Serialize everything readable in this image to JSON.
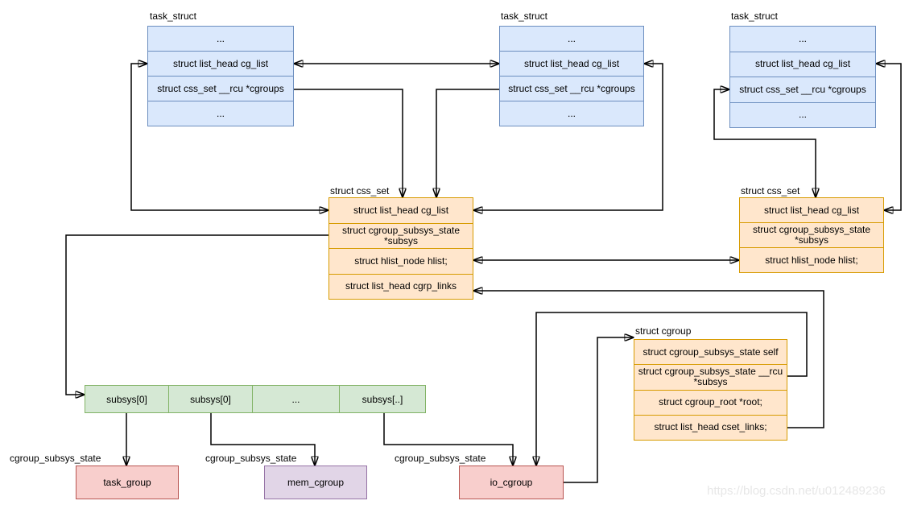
{
  "colors": {
    "task_struct_fill": "#dae8fc",
    "task_struct_border": "#6c8ebf",
    "css_set_fill": "#ffe6cc",
    "css_set_border": "#d79b00",
    "subsys_array_fill": "#d5e8d4",
    "subsys_array_border": "#82b366",
    "task_group_fill": "#f8cecc",
    "task_group_border": "#b85450",
    "mem_cgroup_fill": "#e1d5e7",
    "mem_cgroup_border": "#9673a6",
    "connector": "#000000"
  },
  "task_structs": {
    "label": "task_struct",
    "rows": [
      "...",
      "struct list_head cg_list",
      "struct css_set __rcu *cgroups",
      "..."
    ]
  },
  "css_set_left": {
    "label": "struct css_set",
    "rows": [
      "struct list_head cg_list",
      "struct cgroup_subsys_state *subsys",
      "struct hlist_node hlist;",
      "struct list_head cgrp_links"
    ]
  },
  "css_set_right": {
    "label": "struct css_set",
    "rows": [
      "struct list_head cg_list",
      "struct cgroup_subsys_state *subsys",
      "struct hlist_node hlist;"
    ]
  },
  "cgroup": {
    "label": "struct cgroup",
    "rows": [
      "struct cgroup_subsys_state self",
      "struct cgroup_subsys_state __rcu *subsys",
      "struct cgroup_root *root;",
      "struct list_head cset_links;"
    ]
  },
  "subsys_array": {
    "cells": [
      "subsys[0]",
      "subsys[0]",
      "...",
      "subsys[..]"
    ]
  },
  "subsys_state_label": "cgroup_subsys_state",
  "instances": {
    "task_group": "task_group",
    "mem_cgroup": "mem_cgroup",
    "io_cgroup": "io_cgroup"
  },
  "watermark": "https://blog.csdn.net/u012489236"
}
